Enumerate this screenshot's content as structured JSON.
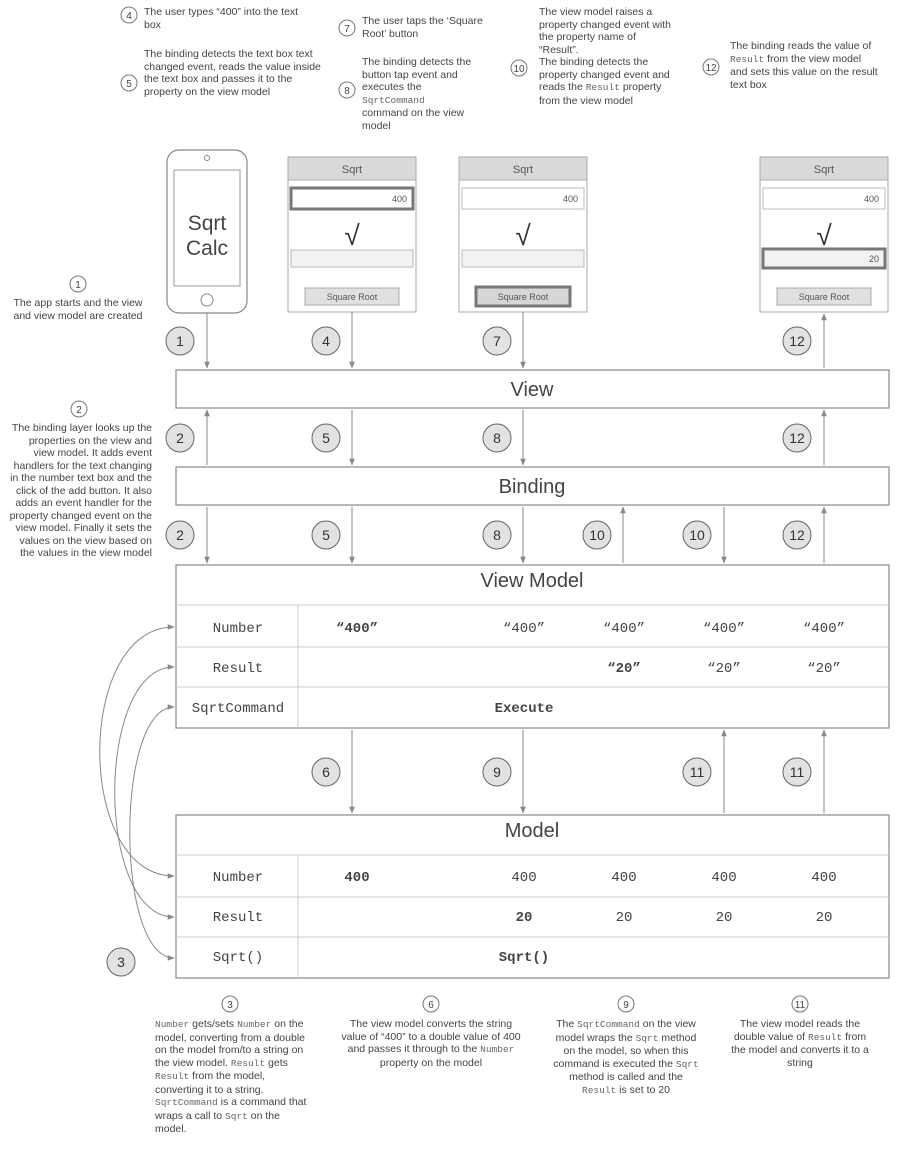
{
  "phones": {
    "splash": "Sqrt\nCalc",
    "screen_title": "Sqrt",
    "input_value": "400",
    "result_value": "20",
    "sqrt_symbol": "√",
    "button_label": "Square Root"
  },
  "layers": {
    "view": "View",
    "binding": "Binding",
    "view_model": "View Model",
    "model": "Model"
  },
  "vm_rows": [
    {
      "label": "Number",
      "cells": [
        "“400”",
        "“400”",
        "“400”",
        "“400”",
        "“400”"
      ]
    },
    {
      "label": "Result",
      "cells": [
        "",
        "",
        "“20”",
        "“20”",
        "“20”"
      ]
    },
    {
      "label": "SqrtCommand",
      "cells": [
        "",
        "Execute",
        "",
        "",
        ""
      ]
    }
  ],
  "model_rows": [
    {
      "label": "Number",
      "cells": [
        "400",
        "400",
        "400",
        "400",
        "400"
      ]
    },
    {
      "label": "Result",
      "cells": [
        "",
        "20",
        "20",
        "20",
        "20"
      ]
    },
    {
      "label": "Sqrt()",
      "cells": [
        "",
        "Sqrt()",
        "",
        "",
        ""
      ]
    }
  ],
  "steps": [
    "1",
    "2",
    "3",
    "4",
    "5",
    "6",
    "7",
    "8",
    "9",
    "10",
    "11",
    "12"
  ],
  "notes": {
    "n4": "The user types “400” into the text box",
    "n5": "The binding detects the text box text changed event, reads the value inside the text box and passes it to the property on the view model",
    "n7": "The user taps the ‘Square Root’ button",
    "n8a": "The binding detects the button tap event and executes the",
    "n8code": "SqrtCommand",
    "n8b": "command on the view model",
    "n10a": "The view model raises a property changed event with the property name of “Result”.",
    "n10b": "The binding detects the property changed event and reads the",
    "n10code": "Result",
    "n10c": "property from the view model",
    "n12a": "The binding reads the value of",
    "n12code": "Result",
    "n12b": "from the view model and sets this value on the result text box",
    "n1": "The app starts and the view and view model are created",
    "n2": "The binding layer looks up the properties on the view and view model. It adds event handlers for the text changing in the number text box and the click of the add button. It also adds an event handler for the property changed event on the view model. Finally it sets the values on the view based on the values in the view model",
    "n3_parts": [
      "Number",
      "gets/sets",
      "Number",
      "on the model, converting from a double on the model from/to a string on the view model.",
      "Result",
      "gets",
      "Result",
      "from the model, converting it to a string.",
      "SqrtCommand",
      "is a command that wraps a call to",
      "Sqrt",
      "on the model."
    ],
    "n6a": "The view model converts the string value of “400” to a double value of 400 and passes it through to the",
    "n6code": "Number",
    "n6b": "property on the model",
    "n9_parts": [
      "The",
      "SqrtCommand",
      "on the view model wraps the",
      "Sqrt",
      "method on the model, so when this command is executed the",
      "Sqrt",
      "method is called and the",
      "Result",
      "is set to 20"
    ],
    "n11a": "The view model reads the double value of",
    "n11code": "Result",
    "n11b": "from the model and converts it to a string"
  }
}
